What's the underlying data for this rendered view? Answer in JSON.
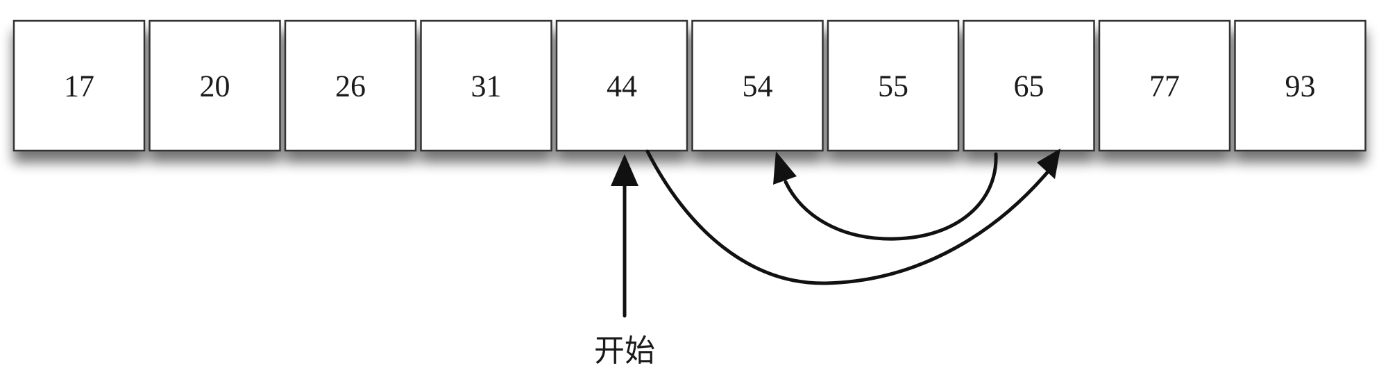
{
  "array": {
    "values": [
      "17",
      "20",
      "26",
      "31",
      "44",
      "54",
      "55",
      "65",
      "77",
      "93"
    ]
  },
  "start_label": "开始",
  "colors": {
    "cell_fill": "#ffffff",
    "cell_stroke": "#333333",
    "arrow": "#111111",
    "shadow": "#9a9a9a"
  }
}
